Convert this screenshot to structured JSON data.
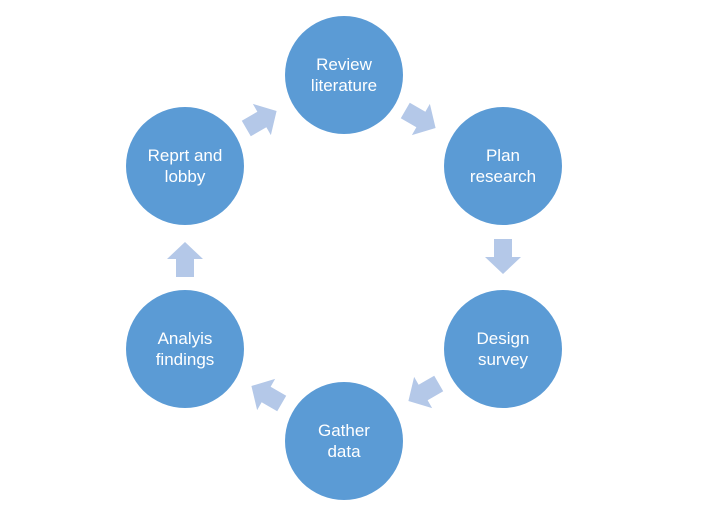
{
  "colors": {
    "node": "#5b9bd5",
    "arrow": "#b4c8e8"
  },
  "nodes": [
    {
      "label": "Review\nliterature"
    },
    {
      "label": "Plan\nresearch"
    },
    {
      "label": "Design\nsurvey"
    },
    {
      "label": "Gather\ndata"
    },
    {
      "label": "Analyis\nfindings"
    },
    {
      "label": "Reprt and\nlobby"
    }
  ]
}
